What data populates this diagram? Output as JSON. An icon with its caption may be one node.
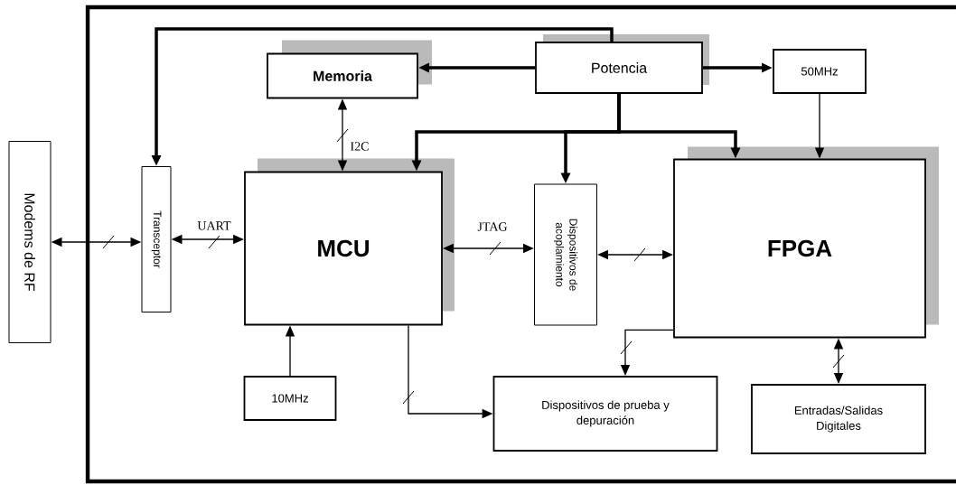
{
  "diagram": {
    "nodes": [
      {
        "text": [
          "Modems de RF"
        ]
      },
      {
        "text": [
          "Transceptor"
        ]
      },
      {
        "text": [
          "Memoria"
        ]
      },
      {
        "text": [
          "Potencia"
        ]
      },
      {
        "text": [
          "50MHz"
        ]
      },
      {
        "text": [
          "MCU"
        ]
      },
      {
        "text": [
          "Dispositivos de acoplamiento"
        ]
      },
      {
        "text": [
          "FPGA"
        ]
      },
      {
        "text": [
          "10MHz"
        ]
      },
      {
        "text": [
          "Dispositivos de prueba y depuración"
        ]
      },
      {
        "text": [
          "Entradas/Salidas Digitales"
        ]
      }
    ],
    "edges": [
      {
        "from": 0,
        "to": 1,
        "arrow": "both"
      },
      {
        "from": 1,
        "to": 5,
        "arrow": "both",
        "label": "UART"
      },
      {
        "from": 2,
        "to": 5,
        "arrow": "both",
        "label": "I2C"
      },
      {
        "from": 3,
        "to": 2,
        "arrow": "to",
        "style": "thick"
      },
      {
        "from": 3,
        "to": 1,
        "arrow": "to",
        "style": "thick"
      },
      {
        "from": 3,
        "to": 4,
        "arrow": "to",
        "style": "thick"
      },
      {
        "from": 3,
        "to": 5,
        "arrow": "to",
        "style": "thick"
      },
      {
        "from": 3,
        "to": 6,
        "arrow": "to",
        "style": "thick"
      },
      {
        "from": 3,
        "to": 7,
        "arrow": "to",
        "style": "thick"
      },
      {
        "from": 4,
        "to": 7,
        "arrow": "to"
      },
      {
        "from": 5,
        "to": 6,
        "arrow": "both",
        "label": "JTAG"
      },
      {
        "from": 6,
        "to": 7,
        "arrow": "both"
      },
      {
        "from": 8,
        "to": 5,
        "arrow": "to"
      },
      {
        "from": 5,
        "to": 9,
        "arrow": "to"
      },
      {
        "from": 7,
        "to": 9,
        "arrow": "to"
      },
      {
        "from": 7,
        "to": 10,
        "arrow": "both"
      }
    ]
  }
}
